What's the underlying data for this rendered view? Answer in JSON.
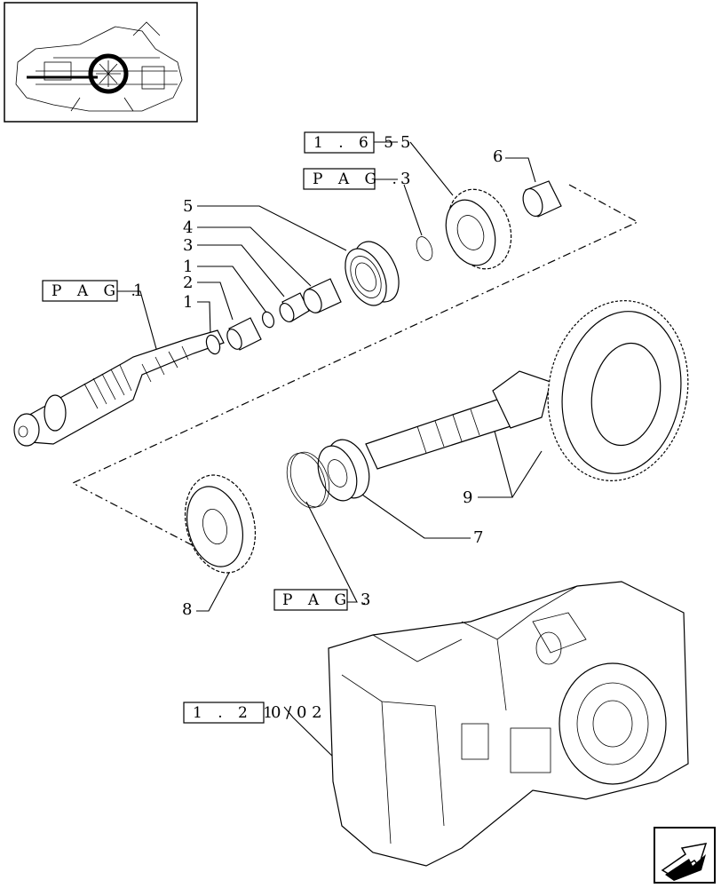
{
  "callouts": [
    {
      "id": "c5a",
      "text": "5"
    },
    {
      "id": "c6",
      "text": "6"
    },
    {
      "id": "c3a",
      "text": "3"
    },
    {
      "id": "c5b",
      "text": "5"
    },
    {
      "id": "c4",
      "text": "4"
    },
    {
      "id": "c3b",
      "text": "3"
    },
    {
      "id": "c1a",
      "text": "1"
    },
    {
      "id": "c2",
      "text": "2"
    },
    {
      "id": "c1b",
      "text": "1"
    },
    {
      "id": "c1c",
      "text": "1"
    },
    {
      "id": "c9",
      "text": "9"
    },
    {
      "id": "c7",
      "text": "7"
    },
    {
      "id": "c8",
      "text": "8"
    },
    {
      "id": "c3c",
      "text": "3"
    },
    {
      "id": "c02",
      "text": "0 / 0 2"
    }
  ],
  "references": [
    {
      "id": "r165",
      "text": "1 . 6 5"
    },
    {
      "id": "rpag_top",
      "text": "P A G ."
    },
    {
      "id": "rpag_left",
      "text": "P A G ."
    },
    {
      "id": "rpag_bottom",
      "text": "P A G ."
    },
    {
      "id": "r121",
      "text": "1 . 2 1"
    }
  ],
  "nav_icon": "next-page-arrow-icon"
}
